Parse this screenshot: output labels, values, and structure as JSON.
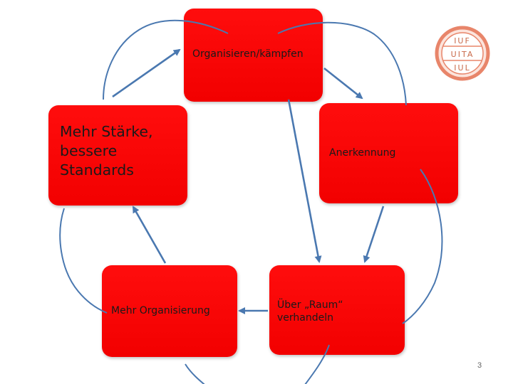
{
  "slide": {
    "boxes": {
      "top": "Organisieren/kämpfen",
      "left": "Mehr Stärke,\nbessere\nStandards",
      "right": "Anerkennung",
      "bottom_left": "Mehr Organisierung",
      "bottom_right": "Über „Raum“\nverhandeln"
    },
    "logo": {
      "line1": "IUF",
      "line2": "UITA",
      "line3": "IUL"
    },
    "page_number": "3"
  },
  "colors": {
    "box_fill": "#ff0000",
    "arrow": "#4a78b0",
    "logo_ring": "#e8856a"
  }
}
